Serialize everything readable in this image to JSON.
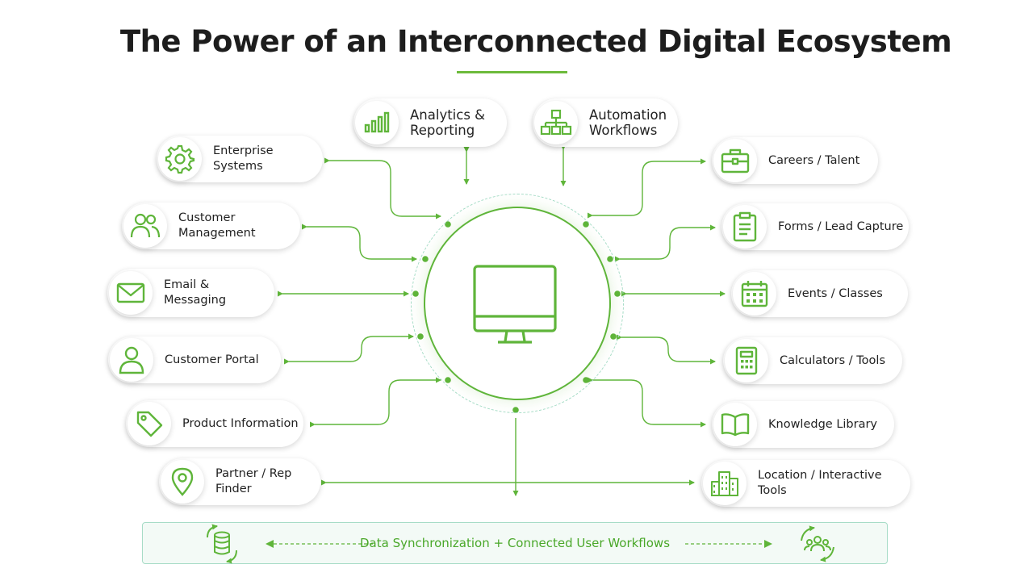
{
  "title": "The Power of an Interconnected Digital Ecosystem",
  "center": {
    "icon": "monitor-icon"
  },
  "nodes": {
    "analytics": {
      "label_line1": "Analytics &",
      "label_line2": "Reporting",
      "icon": "bar-chart-icon"
    },
    "automation": {
      "label_line1": "Automation",
      "label_line2": "Workflows",
      "icon": "workflow-icon"
    },
    "enterprise": {
      "label": "Enterprise Systems",
      "icon": "gear-icon"
    },
    "customer_management": {
      "label": "Customer Management",
      "icon": "users-icon"
    },
    "email": {
      "label": "Email & Messaging",
      "icon": "mail-icon"
    },
    "customer_portal": {
      "label": "Customer Portal",
      "icon": "user-icon"
    },
    "product_info": {
      "label": "Product Information",
      "icon": "tag-icon"
    },
    "partner_finder": {
      "label": "Partner / Rep Finder",
      "icon": "map-pin-icon"
    },
    "careers": {
      "label": "Careers / Talent",
      "icon": "briefcase-icon"
    },
    "forms": {
      "label": "Forms / Lead Capture",
      "icon": "clipboard-icon"
    },
    "events": {
      "label": "Events / Classes",
      "icon": "calendar-icon"
    },
    "calculators": {
      "label": "Calculators / Tools",
      "icon": "calculator-icon"
    },
    "knowledge": {
      "label": "Knowledge Library",
      "icon": "book-icon"
    },
    "location": {
      "label": "Location / Interactive Tools",
      "icon": "buildings-icon"
    }
  },
  "footer": {
    "text": "Data Synchronization + Connected User Workflows",
    "left_icon": "database-sync-icon",
    "right_icon": "users-sync-icon"
  },
  "colors": {
    "accent": "#5fb53a",
    "ring": "#a7dcc7",
    "footer_bg": "#f3faf6"
  }
}
